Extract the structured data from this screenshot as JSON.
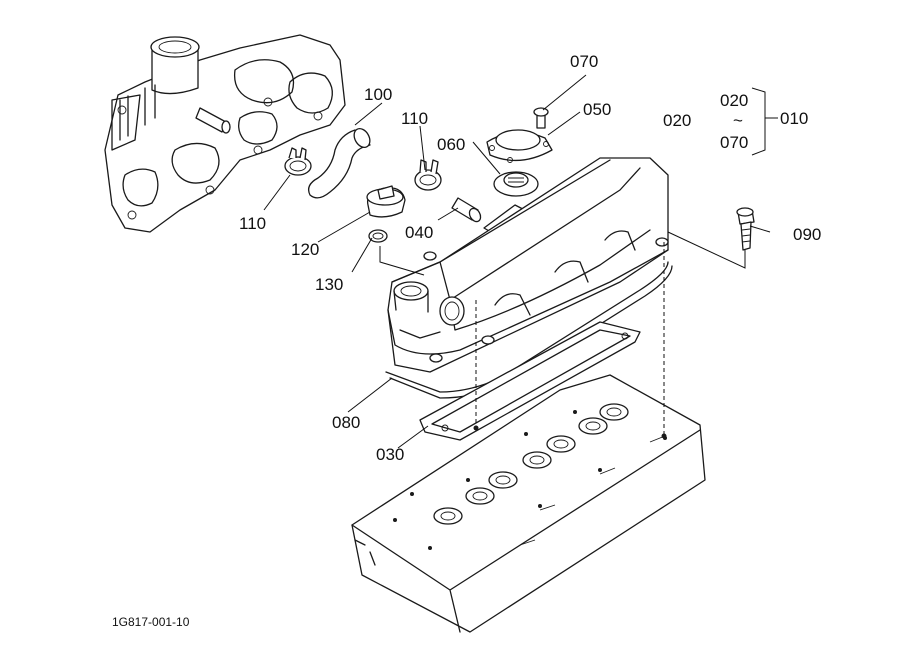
{
  "diagram": {
    "labels": {
      "p010": "010",
      "p020": "020",
      "range_top": "020",
      "range_sep": "~",
      "range_bottom": "070",
      "p030": "030",
      "p040": "040",
      "p050": "050",
      "p060": "060",
      "p070": "070",
      "p080": "080",
      "p090": "090",
      "p100": "100",
      "p110_left": "110",
      "p110_right": "110",
      "p120": "120",
      "p130": "130"
    },
    "figure_code": "1G817-001-10"
  }
}
